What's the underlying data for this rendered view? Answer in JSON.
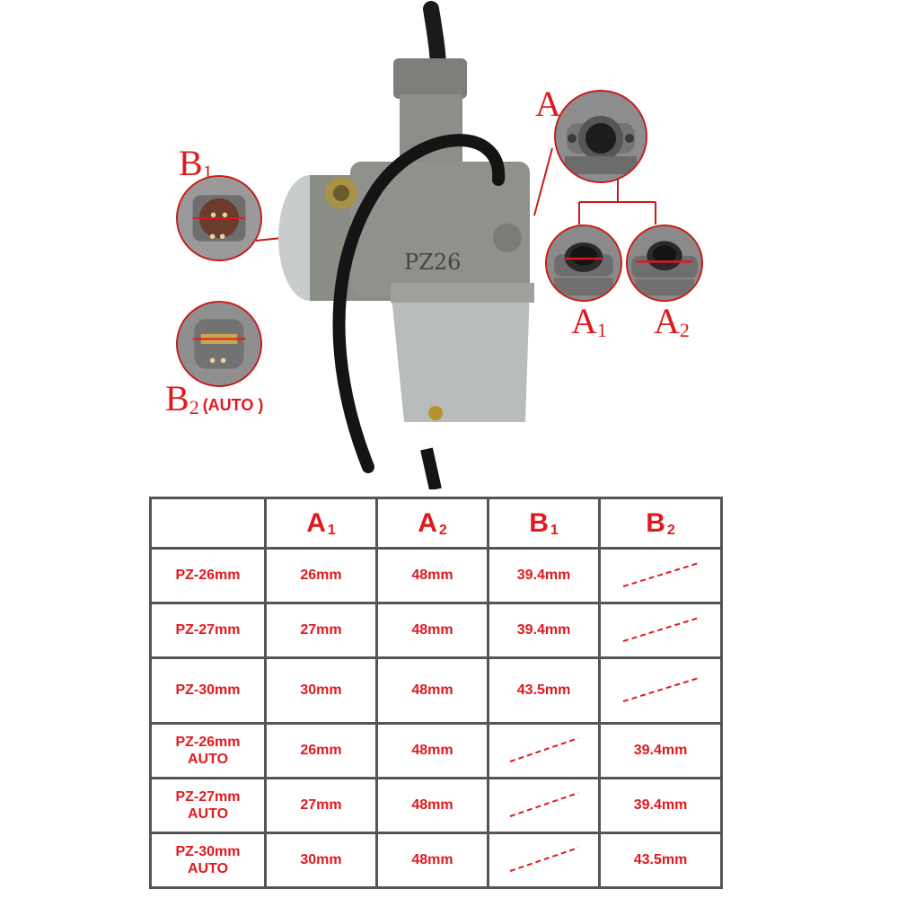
{
  "labels": {
    "a": {
      "letter": "A",
      "sub": ""
    },
    "a1": {
      "letter": "A",
      "sub": "1"
    },
    "a2": {
      "letter": "A",
      "sub": "2"
    },
    "b1": {
      "letter": "B",
      "sub": "1"
    },
    "b2": {
      "letter": "B",
      "sub": "2",
      "extra": "(AUTO )"
    }
  },
  "carb_marking": "PZ26",
  "table": {
    "headers": [
      {
        "letter": "",
        "sub": ""
      },
      {
        "letter": "A",
        "sub": "1"
      },
      {
        "letter": "A",
        "sub": "2"
      },
      {
        "letter": "B",
        "sub": "1"
      },
      {
        "letter": "B",
        "sub": "2"
      }
    ],
    "rows": [
      {
        "model": [
          "PZ-26mm"
        ],
        "a1": "26mm",
        "a2": "48mm",
        "b1": "39.4mm",
        "b2": null
      },
      {
        "model": [
          "PZ-27mm"
        ],
        "a1": "27mm",
        "a2": "48mm",
        "b1": "39.4mm",
        "b2": null
      },
      {
        "model": [
          "PZ-30mm"
        ],
        "a1": "30mm",
        "a2": "48mm",
        "b1": "43.5mm",
        "b2": null
      },
      {
        "model": [
          "PZ-26mm",
          "AUTO"
        ],
        "a1": "26mm",
        "a2": "48mm",
        "b1": null,
        "b2": "39.4mm"
      },
      {
        "model": [
          "PZ-27mm",
          "AUTO"
        ],
        "a1": "27mm",
        "a2": "48mm",
        "b1": null,
        "b2": "39.4mm"
      },
      {
        "model": [
          "PZ-30mm",
          "AUTO"
        ],
        "a1": "30mm",
        "a2": "48mm",
        "b1": null,
        "b2": "43.5mm"
      }
    ]
  },
  "colors": {
    "accent": "#e0191e",
    "table_border": "#555555"
  }
}
